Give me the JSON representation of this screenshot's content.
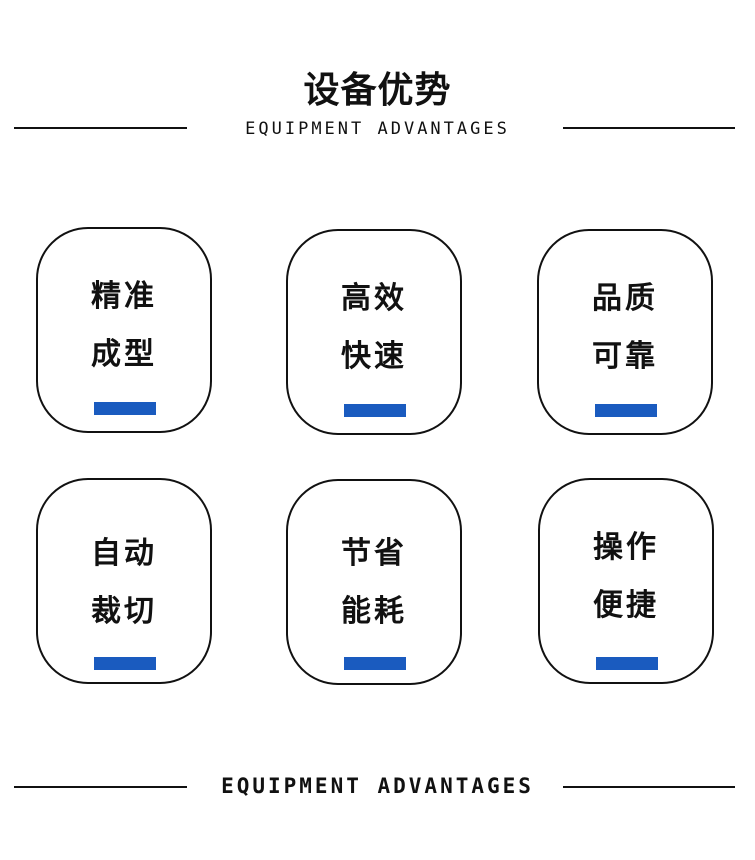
{
  "header": {
    "title": "设备优势",
    "subtitle": "EQUIPMENT ADVANTAGES"
  },
  "cards": [
    {
      "line1": "精准",
      "line2": "成型"
    },
    {
      "line1": "高效",
      "line2": "快速"
    },
    {
      "line1": "品质",
      "line2": "可靠"
    },
    {
      "line1": "自动",
      "line2": "裁切"
    },
    {
      "line1": "节省",
      "line2": "能耗"
    },
    {
      "line1": "操作",
      "line2": "便捷"
    }
  ],
  "footer": {
    "subtitle": "EQUIPMENT ADVANTAGES"
  },
  "colors": {
    "accent": "#1a5bbf",
    "ink": "#111111",
    "background": "#ffffff"
  }
}
